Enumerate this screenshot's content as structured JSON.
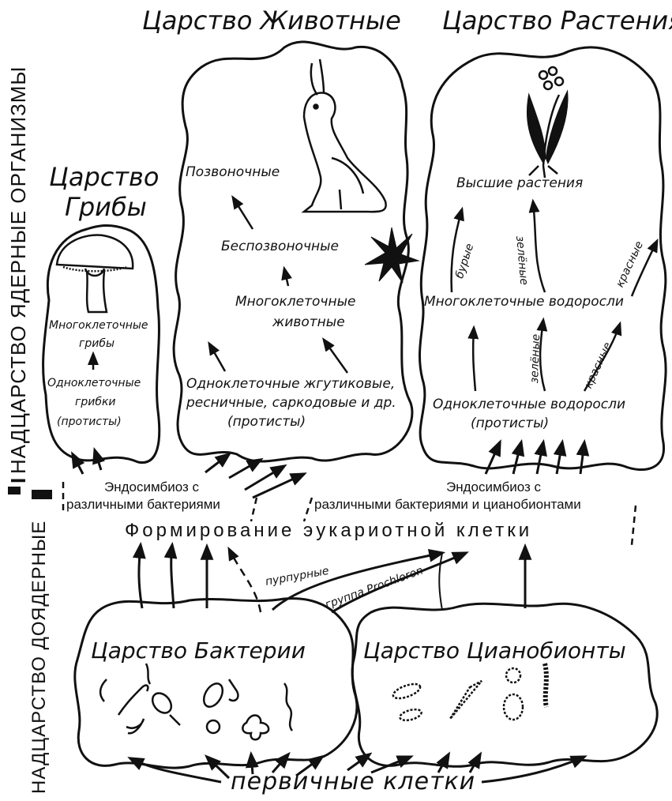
{
  "side": {
    "upper_numeral": "I",
    "upper_label": "НАДЦАРСТВО ЯДЕРНЫЕ ОРГАНИЗМЫ",
    "lower_label": "НАДЦАРСТВО ДОЯДЕРНЫЕ",
    "lower_numeral": "I"
  },
  "kingdoms": {
    "animals": "Царство Животные",
    "plants": "Царство Растения",
    "fungi_line1": "Царство",
    "fungi_line2": "Грибы",
    "bacteria": "Царство Бактерии",
    "cyanobionts": "Царство Цианобионты"
  },
  "animals": {
    "vertebrates": "Позвоночные",
    "invertebrates": "Беспозвоночные",
    "multicellular_l1": "Многоклеточные",
    "multicellular_l2": "животные",
    "unicellular_l1": "Одноклеточные жгутиковые,",
    "unicellular_l2": "ресничные, саркодовые и др.",
    "unicellular_l3": "(протисты)"
  },
  "fungi": {
    "multicellular_l1": "Многоклеточные",
    "multicellular_l2": "грибы",
    "unicellular_l1": "Одноклеточные",
    "unicellular_l2": "грибки",
    "unicellular_l3": "(протисты)"
  },
  "plants": {
    "higher": "Высшие растения",
    "multicellular_algae": "Многоклеточные водоросли",
    "unicellular_l1": "Одноклеточные водоросли",
    "unicellular_l2": "(протисты)",
    "brown": "бурые",
    "green_upper": "зелёные",
    "red_upper": "красные",
    "green_lower": "зелёные",
    "red_lower": "красные"
  },
  "middle": {
    "endo_left_l1": "Эндосимбиоз с",
    "endo_left_l2": "различными бактериями",
    "endo_right_l1": "Эндосимбиоз с",
    "endo_right_l2": "различными бактериями и цианобионтами",
    "formation": "Формирование эукариотной клетки",
    "purple": "пурпурные",
    "prochloron": "группа Prochloron"
  },
  "bottom": {
    "primary_cells": "первичные клетки"
  }
}
